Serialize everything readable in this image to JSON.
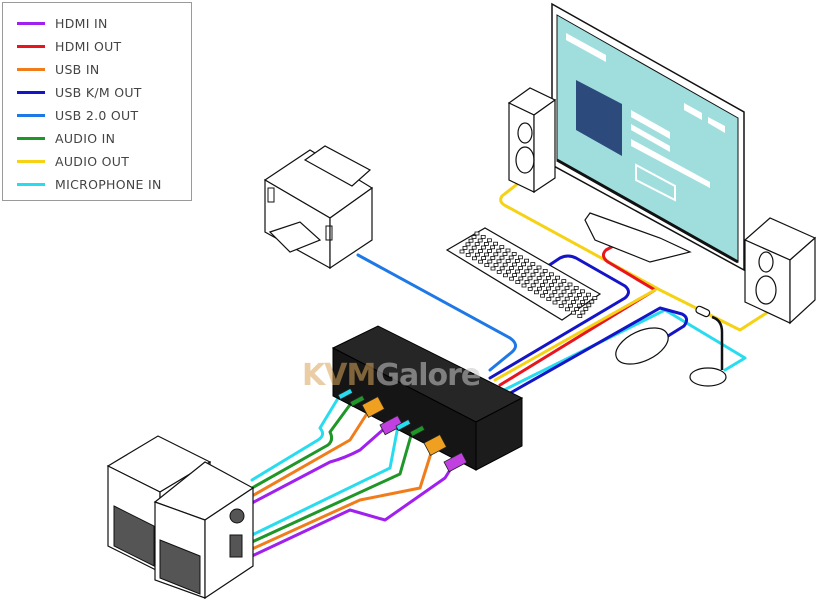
{
  "legend": {
    "items": [
      {
        "label": "HDMI IN",
        "color": "#a020f0"
      },
      {
        "label": "HDMI OUT",
        "color": "#e8141e"
      },
      {
        "label": "USB IN",
        "color": "#f07d1a"
      },
      {
        "label": "USB K/M OUT",
        "color": "#1414c8"
      },
      {
        "label": "USB 2.0 OUT",
        "color": "#1e78e6"
      },
      {
        "label": "AUDIO IN",
        "color": "#1e9628"
      },
      {
        "label": "AUDIO OUT",
        "color": "#f5d214"
      },
      {
        "label": "MICROPHONE IN",
        "color": "#28dcf0"
      }
    ]
  },
  "watermark": {
    "part1": "KVM",
    "part2": "Galore",
    "color1": "#d9a55a",
    "color2": "#c8c8c8"
  },
  "devices": {
    "kvm_switch": "KVM switch",
    "computers": [
      "Computer 1",
      "Computer 2"
    ],
    "peripherals": [
      "Monitor",
      "Left speaker",
      "Right speaker",
      "Printer",
      "Keyboard",
      "Mouse",
      "Microphone"
    ]
  },
  "colors": {
    "screen": "#a0dede",
    "screen_block": "#2c4a7c",
    "switch_body": "#1e1e1e",
    "outline": "#111111"
  }
}
